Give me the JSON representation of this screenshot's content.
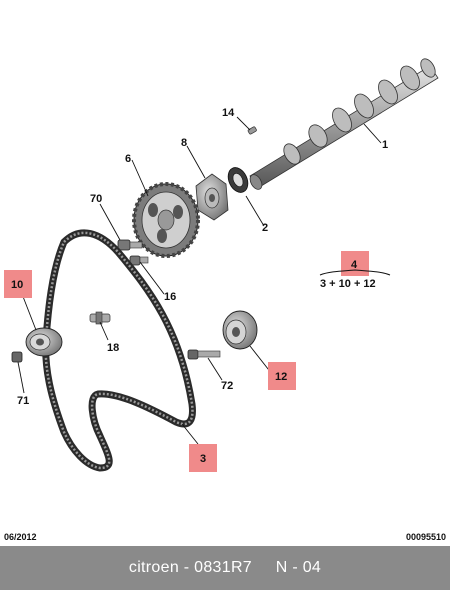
{
  "diagram": {
    "callouts": {
      "c1": "1",
      "c2": "2",
      "c4": "4",
      "c6": "6",
      "c8": "8",
      "c10": "10",
      "c12": "12",
      "c14": "14",
      "c16": "16",
      "c18": "18",
      "c3": "3",
      "c70": "70",
      "c71": "71",
      "c72": "72"
    },
    "kit_formula": "3 + 10 + 12",
    "highlight_color": "#f08a8a"
  },
  "footer": {
    "date": "06/2012",
    "ref": "00095510",
    "caption": "citroen - 0831R7     N - 04"
  }
}
